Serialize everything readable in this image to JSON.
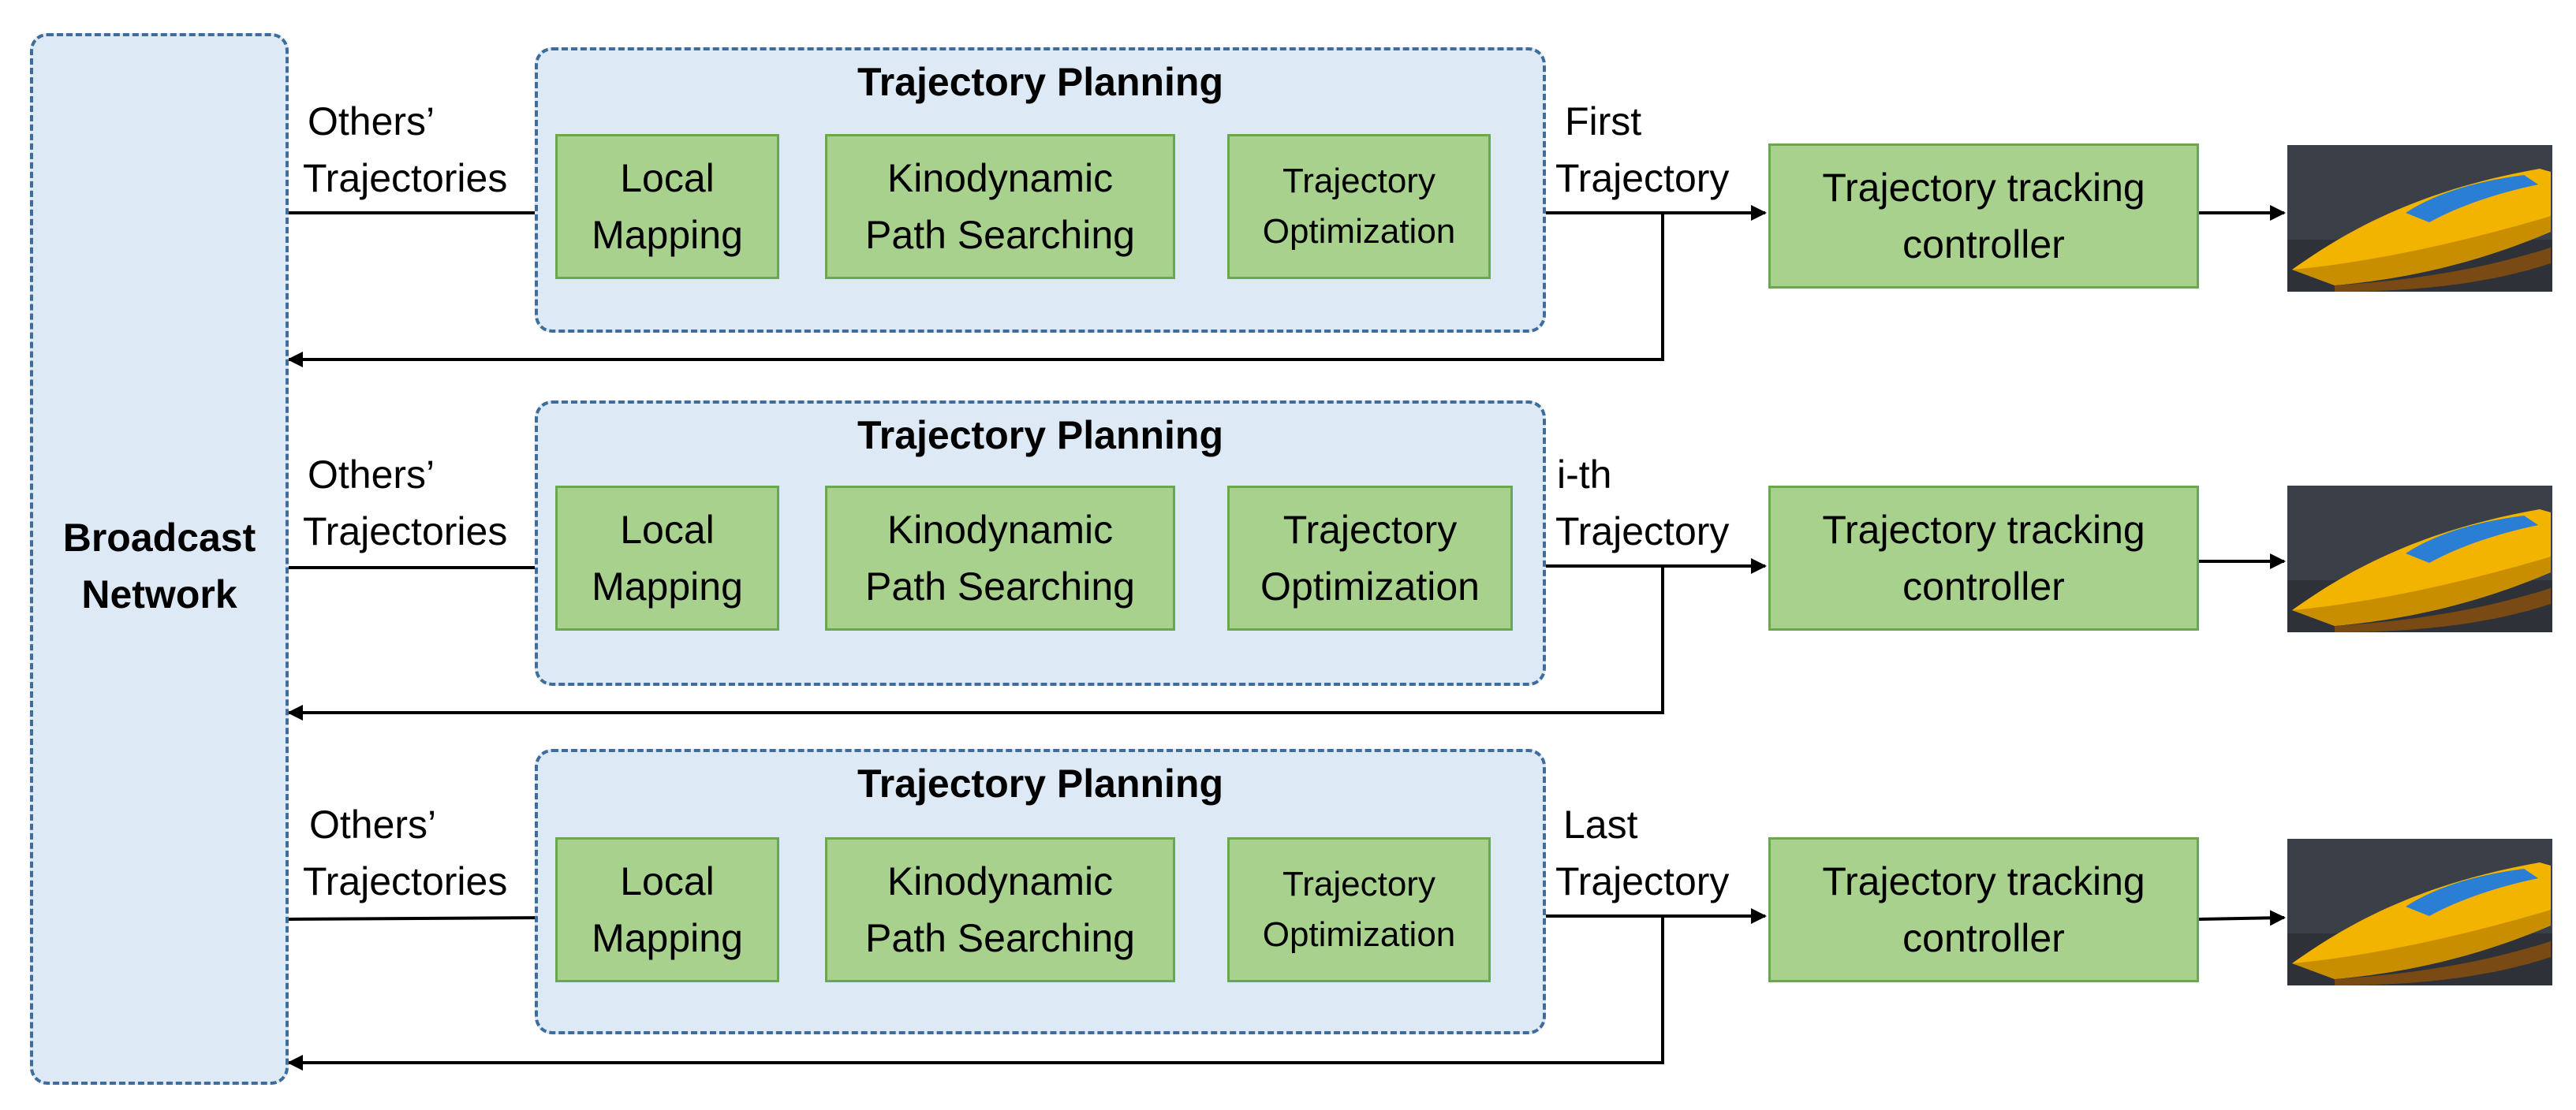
{
  "network": {
    "label_line1": "Broadcast",
    "label_line2": "Network"
  },
  "rows": [
    {
      "input_label_line1": "Others’",
      "input_label_line2": "Trajectories",
      "planning_title": "Trajectory Planning",
      "local_mapping_line1": "Local",
      "local_mapping_line2": "Mapping",
      "path_search_line1": "Kinodynamic",
      "path_search_line2": "Path Searching",
      "optimization_line1": "Trajectory",
      "optimization_line2": "Optimization",
      "output_label_line1": "First",
      "output_label_line2": "Trajectory",
      "controller_line1": "Trajectory tracking",
      "controller_line2": "controller"
    },
    {
      "input_label_line1": "Others’",
      "input_label_line2": "Trajectories",
      "planning_title": "Trajectory Planning",
      "local_mapping_line1": "Local",
      "local_mapping_line2": "Mapping",
      "path_search_line1": "Kinodynamic",
      "path_search_line2": "Path Searching",
      "optimization_line1": "Trajectory",
      "optimization_line2": "Optimization",
      "output_label_line1": "i-th",
      "output_label_line2": "Trajectory",
      "controller_line1": "Trajectory tracking",
      "controller_line2": "controller"
    },
    {
      "input_label_line1": "Others’",
      "input_label_line2": "Trajectories",
      "planning_title": "Trajectory Planning",
      "local_mapping_line1": "Local",
      "local_mapping_line2": "Mapping",
      "path_search_line1": "Kinodynamic",
      "path_search_line2": "Path Searching",
      "optimization_line1": "Trajectory",
      "optimization_line2": "Optimization",
      "output_label_line1": "Last",
      "output_label_line2": "Trajectory",
      "controller_line1": "Trajectory tracking",
      "controller_line2": "controller"
    }
  ],
  "colors": {
    "panel_fill": "#dee9f6",
    "panel_border": "#3e6d9c",
    "block_fill": "#a9d18e",
    "block_border": "#6aa84f",
    "boat": "#f5b800"
  }
}
